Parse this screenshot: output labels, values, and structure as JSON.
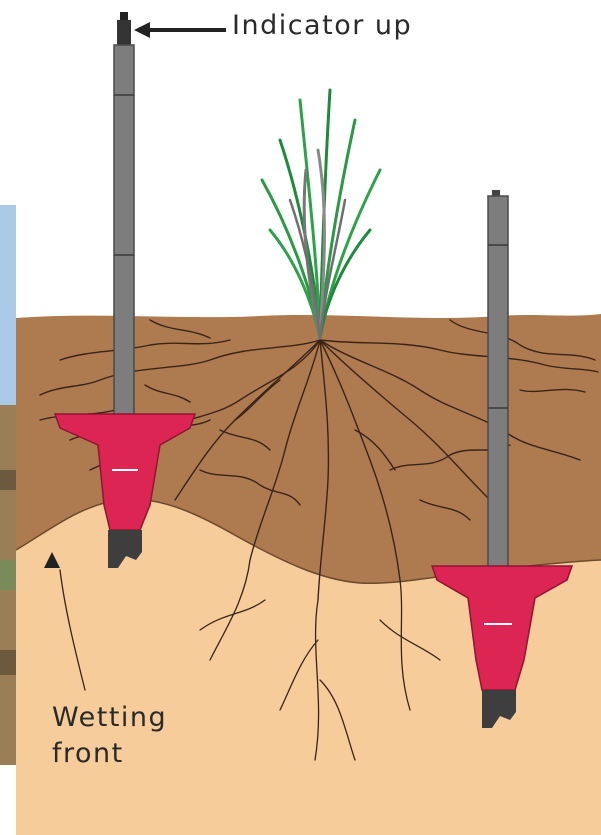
{
  "labels": {
    "indicator": "Indicator up",
    "wetting_line1": "Wetting",
    "wetting_line2": "front"
  },
  "colors": {
    "moist_soil": "#ae7a50",
    "dry_soil": "#f6cd9a",
    "sky": "#ffffff",
    "probe_shaft": "#7d7d7d",
    "probe_body": "#dc2553",
    "probe_tip": "#3e3e3e",
    "grass": "#2c9a44",
    "roots": "#3b2417",
    "photo_sky": "#a9c9e6",
    "photo_ground": "#9a7f56"
  }
}
